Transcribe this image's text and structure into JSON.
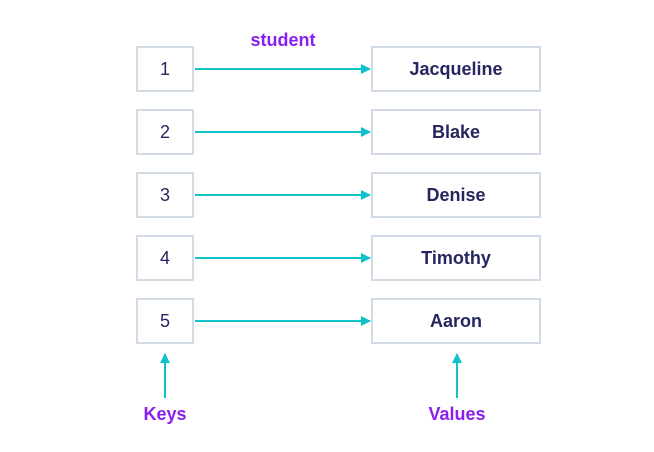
{
  "title": "student",
  "keys_label": "Keys",
  "values_label": "Values",
  "colors": {
    "arrow": "#0fc1c8",
    "label": "#8a1ef0",
    "box_border": "#d3dce6",
    "text": "#25265e"
  },
  "entries": [
    {
      "key": "1",
      "value": "Jacqueline"
    },
    {
      "key": "2",
      "value": "Blake"
    },
    {
      "key": "3",
      "value": "Denise"
    },
    {
      "key": "4",
      "value": "Timothy"
    },
    {
      "key": "5",
      "value": "Aaron"
    }
  ]
}
